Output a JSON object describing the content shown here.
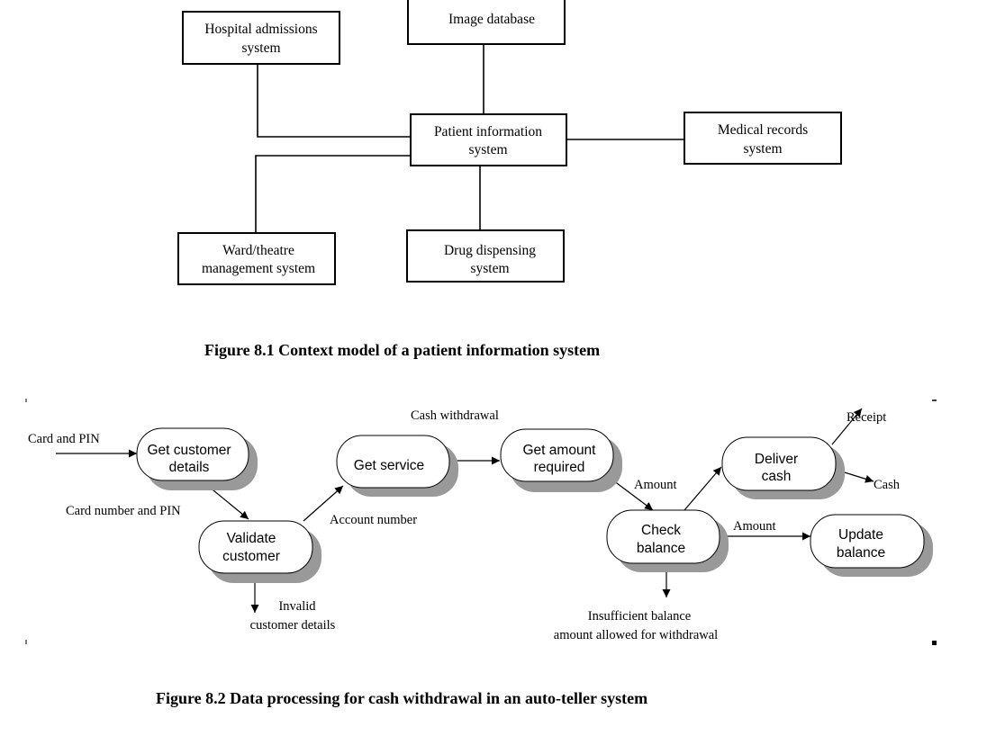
{
  "figure1": {
    "caption": "Figure 8.1 Context model of a patient information system",
    "hospital_admissions": [
      "Hospital admissions",
      "system"
    ],
    "image_database": "Image database",
    "patient_info": [
      "Patient information",
      "system"
    ],
    "medical_records": [
      "Medical records",
      "system"
    ],
    "ward_theatre": [
      "Ward/theatre",
      "management system"
    ],
    "drug_dispensing": [
      "Drug dispensing",
      "system"
    ]
  },
  "figure2": {
    "caption": "Figure 8.2 Data processing for cash withdrawal in an auto-teller system",
    "processes": {
      "get_customer_details": [
        "Get customer",
        "details"
      ],
      "validate_customer": [
        "Validate",
        "customer"
      ],
      "get_service": "Get  service",
      "get_amount_required": [
        "Get amount",
        "required"
      ],
      "check_balance": [
        "Check",
        "balance"
      ],
      "deliver_cash": [
        "Deliver",
        "cash"
      ],
      "update_balance": [
        "Update",
        "balance"
      ]
    },
    "flows": {
      "card_and_pin": "Card and PIN",
      "card_number_and_pin": "Card number and PIN",
      "account_number": "Account number",
      "cash_withdrawal": "Cash withdrawal",
      "amount_1": "Amount",
      "amount_2": "Amount",
      "receipt": "Receipt",
      "cash": "Cash",
      "invalid_details": [
        "Invalid",
        "customer details"
      ],
      "insufficient_balance": [
        "Insufficient balance",
        "amount allowed for withdrawal"
      ]
    }
  }
}
